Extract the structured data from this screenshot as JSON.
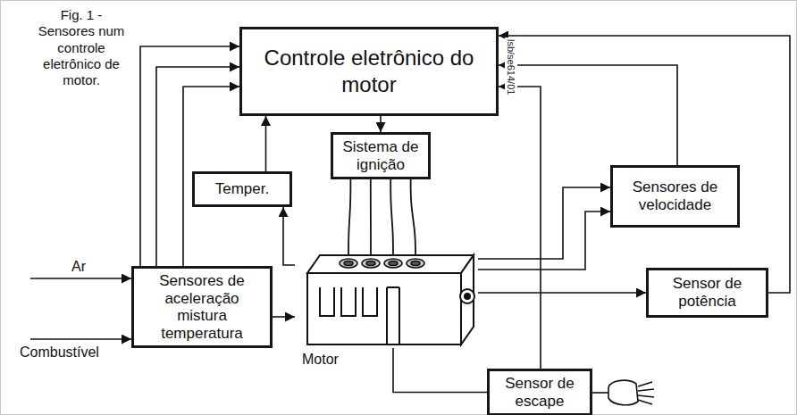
{
  "diagram": {
    "caption": "Fig. 1 - Sensores num controle eletrônico de motor.",
    "nodes": [
      {
        "text": [
          "Controle eletrônico do motor"
        ]
      },
      {
        "text": [
          "Sistema de ignição"
        ]
      },
      {
        "text": [
          "Temper."
        ]
      },
      {
        "text": [
          "Sensores de velocidade"
        ]
      },
      {
        "text": [
          "Sensores de aceleração mistura temperatura"
        ]
      },
      {
        "text": [
          "Motor"
        ]
      },
      {
        "text": [
          "Sensor de potência"
        ]
      },
      {
        "text": [
          "Sensor de escape"
        ]
      }
    ],
    "edges": [
      {
        "from": 4,
        "to": 0,
        "arrow": "to"
      },
      {
        "from": 4,
        "to": 0,
        "arrow": "to"
      },
      {
        "from": 4,
        "to": 0,
        "arrow": "to"
      },
      {
        "from": 2,
        "to": 0,
        "arrow": "to"
      },
      {
        "from": 5,
        "to": 2,
        "arrow": "to"
      },
      {
        "from": 0,
        "to": 1,
        "arrow": "to"
      },
      {
        "from": 1,
        "to": 5,
        "arrow": "none"
      },
      {
        "from": 4,
        "to": 5,
        "arrow": "to"
      },
      {
        "from": 5,
        "to": 3,
        "arrow": "to"
      },
      {
        "from": 5,
        "to": 3,
        "arrow": "to"
      },
      {
        "from": 3,
        "to": 0,
        "arrow": "to"
      },
      {
        "from": 5,
        "to": 6,
        "arrow": "to"
      },
      {
        "from": 6,
        "to": 0,
        "arrow": "to"
      },
      {
        "from": 5,
        "to": 7,
        "arrow": "none"
      },
      {
        "from": 7,
        "to": 0,
        "arrow": "to"
      }
    ],
    "labels": [
      "Ar",
      "Combustível",
      "lsb/se614/01"
    ]
  }
}
